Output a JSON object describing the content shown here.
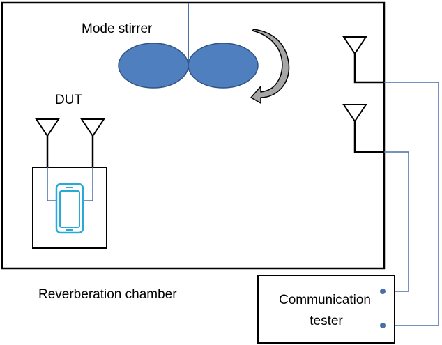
{
  "labels": {
    "mode_stirrer": "Mode stirrer",
    "dut": "DUT",
    "chamber": "Reverberation chamber",
    "tester_line1": "Communication",
    "tester_line2": "tester"
  },
  "colors": {
    "outline": "#000000",
    "stirrer_fill": "#4f7fbf",
    "stirrer_stroke": "#2f5485",
    "cable": "#4a6ea8",
    "phone": "#2aa9d9",
    "arrow_fill": "#a6a6a6",
    "connector": "#4a6ea8"
  },
  "icons": {
    "rotation": "curved-arrow-icon",
    "antenna": "antenna-icon",
    "phone": "smartphone-icon"
  }
}
